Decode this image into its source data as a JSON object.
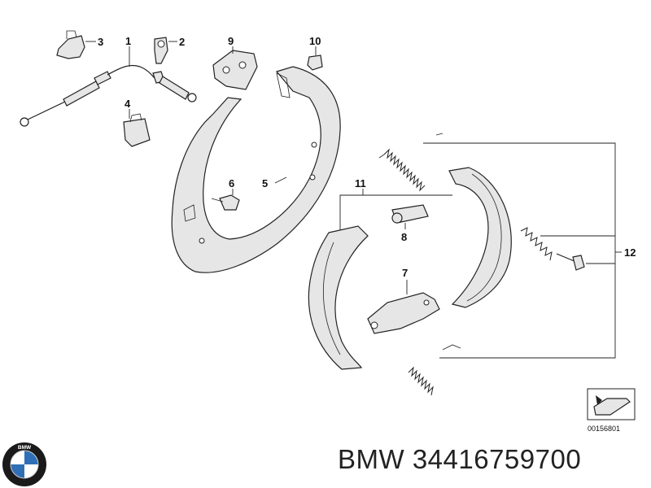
{
  "diagram": {
    "callouts": {
      "c1": "1",
      "c2": "2",
      "c3": "3",
      "c4": "4",
      "c5": "5",
      "c6": "6",
      "c7": "7",
      "c8": "8",
      "c9": "9",
      "c10": "10",
      "c11": "11",
      "c12": "12"
    },
    "reference_number": "00156801"
  },
  "footer": {
    "caption": "BMW 34416759700",
    "logo_letters": "BMW",
    "logo_colors": {
      "outer": "#1a1a1a",
      "blue": "#2f6fb5",
      "white": "#ffffff"
    }
  }
}
